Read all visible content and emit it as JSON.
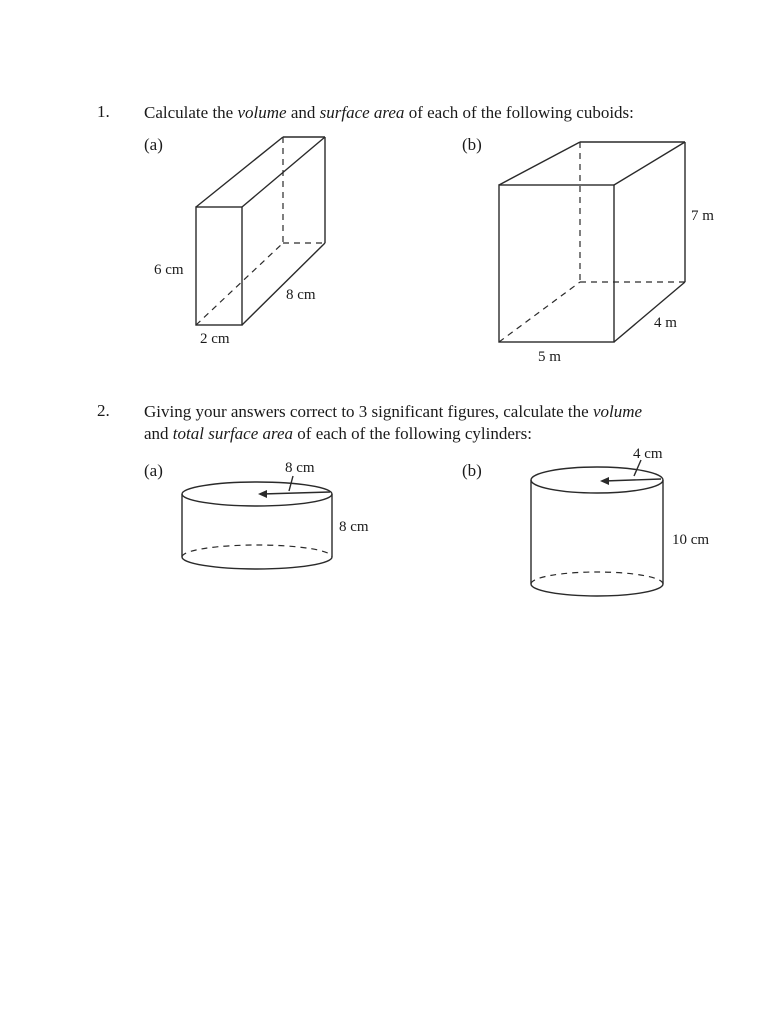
{
  "questions": [
    {
      "number": "1.",
      "text": {
        "pre": "Calculate the ",
        "em1": "volume",
        "mid": " and ",
        "em2": "surface area",
        "post": " of each of the following cuboids:"
      },
      "parts": [
        {
          "label": "(a)",
          "height": "6 cm",
          "depth": "8 cm",
          "width": "2 cm"
        },
        {
          "label": "(b)",
          "height": "7 m",
          "depth": "4 m",
          "width": "5 m"
        }
      ]
    },
    {
      "number": "2.",
      "text": {
        "pre": "Giving your answers correct to 3 significant figures, calculate the ",
        "em1": "volume",
        "line2_pre": "and ",
        "em2": "total surface area",
        "post": " of each of the following cylinders:"
      },
      "parts": [
        {
          "label": "(a)",
          "radius": "8 cm",
          "height": "8 cm"
        },
        {
          "label": "(b)",
          "radius": "4 cm",
          "height": "10 cm"
        }
      ]
    }
  ]
}
